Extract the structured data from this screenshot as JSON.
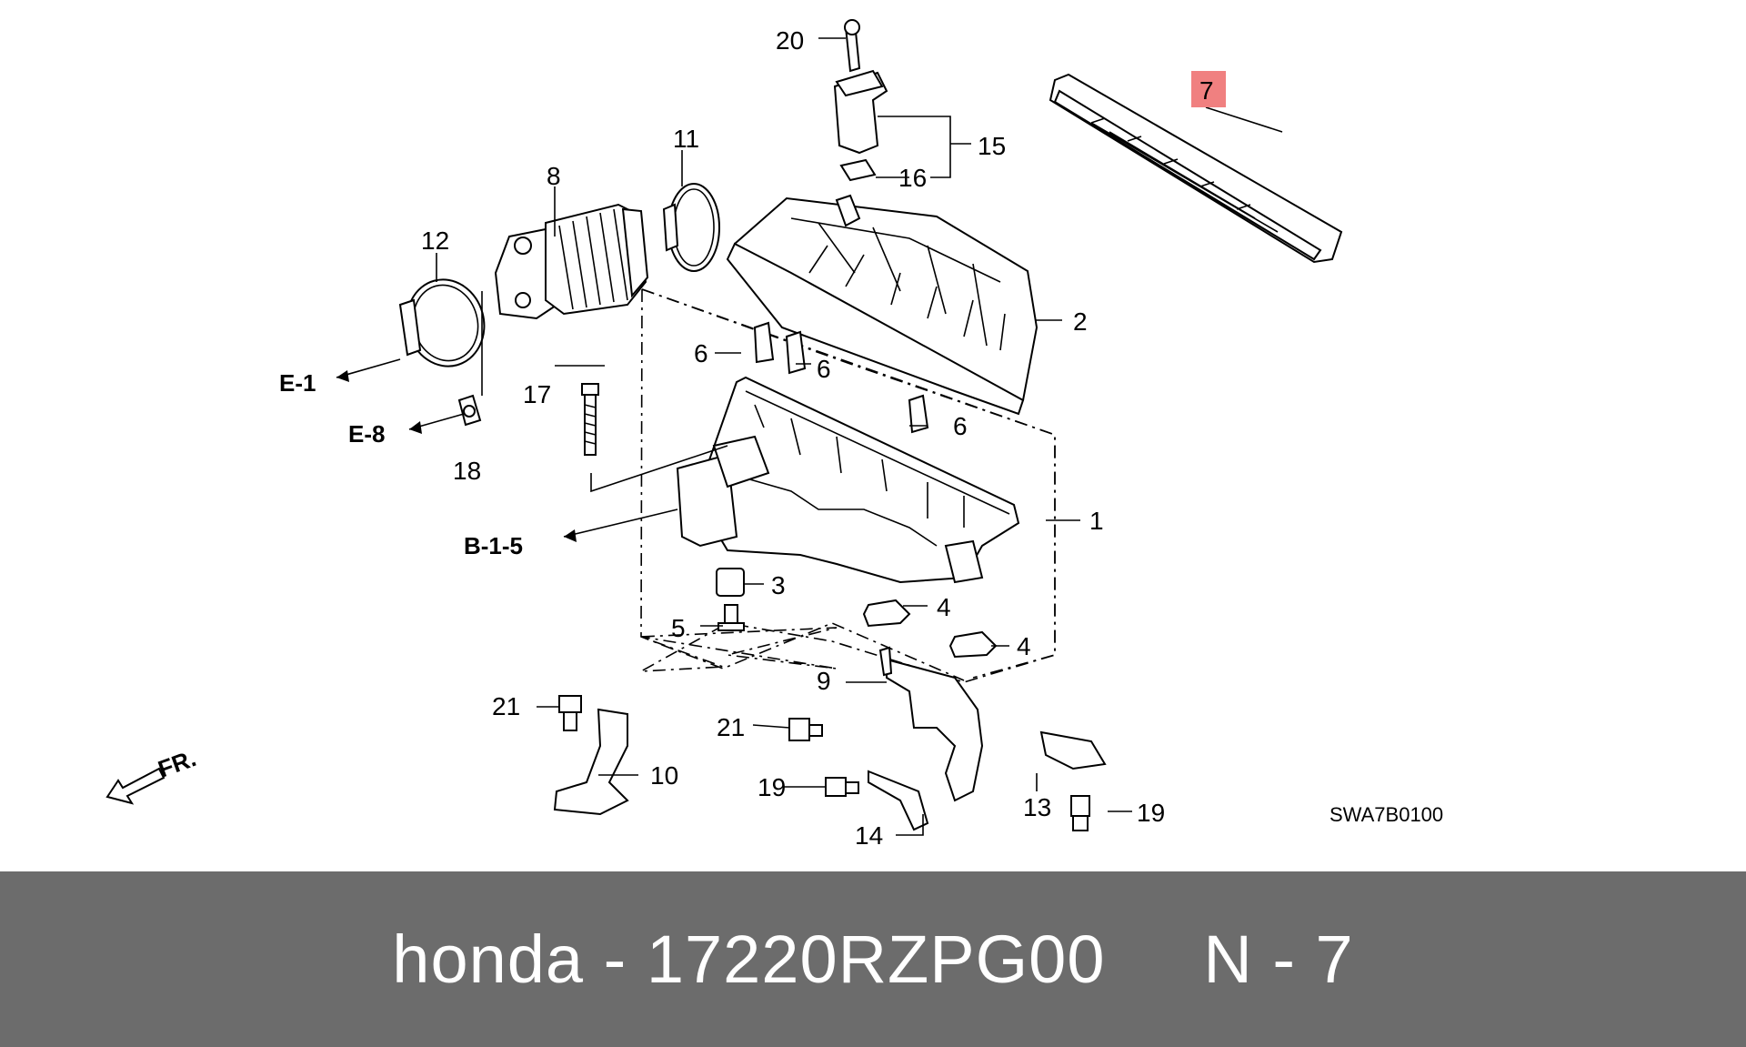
{
  "diagram": {
    "callouts": {
      "c1": "1",
      "c2": "2",
      "c3": "3",
      "c4a": "4",
      "c4b": "4",
      "c5": "5",
      "c6a": "6",
      "c6b": "6",
      "c6c": "6",
      "c7": "7",
      "c8": "8",
      "c9": "9",
      "c10": "10",
      "c11": "11",
      "c12": "12",
      "c13": "13",
      "c14": "14",
      "c15": "15",
      "c16": "16",
      "c17": "17",
      "c18": "18",
      "c19a": "19",
      "c19b": "19",
      "c20": "20",
      "c21a": "21",
      "c21b": "21"
    },
    "references": {
      "e1": "E-1",
      "e8": "E-8",
      "b15": "B-1-5"
    },
    "front_marker": "FR.",
    "diagram_code": "SWA7B0100",
    "highlight_color": "#f08080"
  },
  "footer": {
    "brand": "honda",
    "separator1": " - ",
    "part_number": "17220RZPG00",
    "gap": "     ",
    "position_label": "N",
    "separator2": " - ",
    "position_number": "7"
  }
}
